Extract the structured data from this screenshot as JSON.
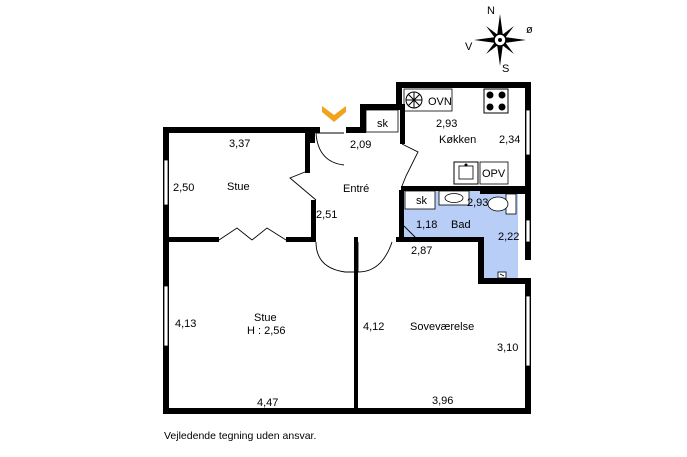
{
  "compass": {
    "n": "N",
    "e": "ø",
    "s": "S",
    "w": "V"
  },
  "rooms": {
    "stue_top": "Stue",
    "entre": "Entré",
    "kokken": "Køkken",
    "bad": "Bad",
    "stue_main": "Stue",
    "stue_height": "H : 2,56",
    "sovevaerelse": "Soveværelse"
  },
  "fixtures": {
    "sk_entre": "sk",
    "sk_bad": "sk",
    "ovn": "OVN",
    "opv": "OPV"
  },
  "dimensions": {
    "stue_top_w": "3,37",
    "stue_top_h": "2,50",
    "entre_w": "2,09",
    "entre_h": "2,51",
    "kokken_w": "2,93",
    "kokken_h": "2,34",
    "bad_w": "2,93",
    "bad_d": "1,18",
    "bad_h": "2,22",
    "hall_w": "2,87",
    "stue_main_h": "4,13",
    "stue_main_w": "4,47",
    "sove_left": "4,12",
    "sove_right": "3,10",
    "sove_w": "3,96"
  },
  "disclaimer": "Vejledende tegning uden ansvar.",
  "colors": {
    "wall": "#000000",
    "bath": "#b9cef7",
    "entrance_arrow": "#f0a31c"
  }
}
